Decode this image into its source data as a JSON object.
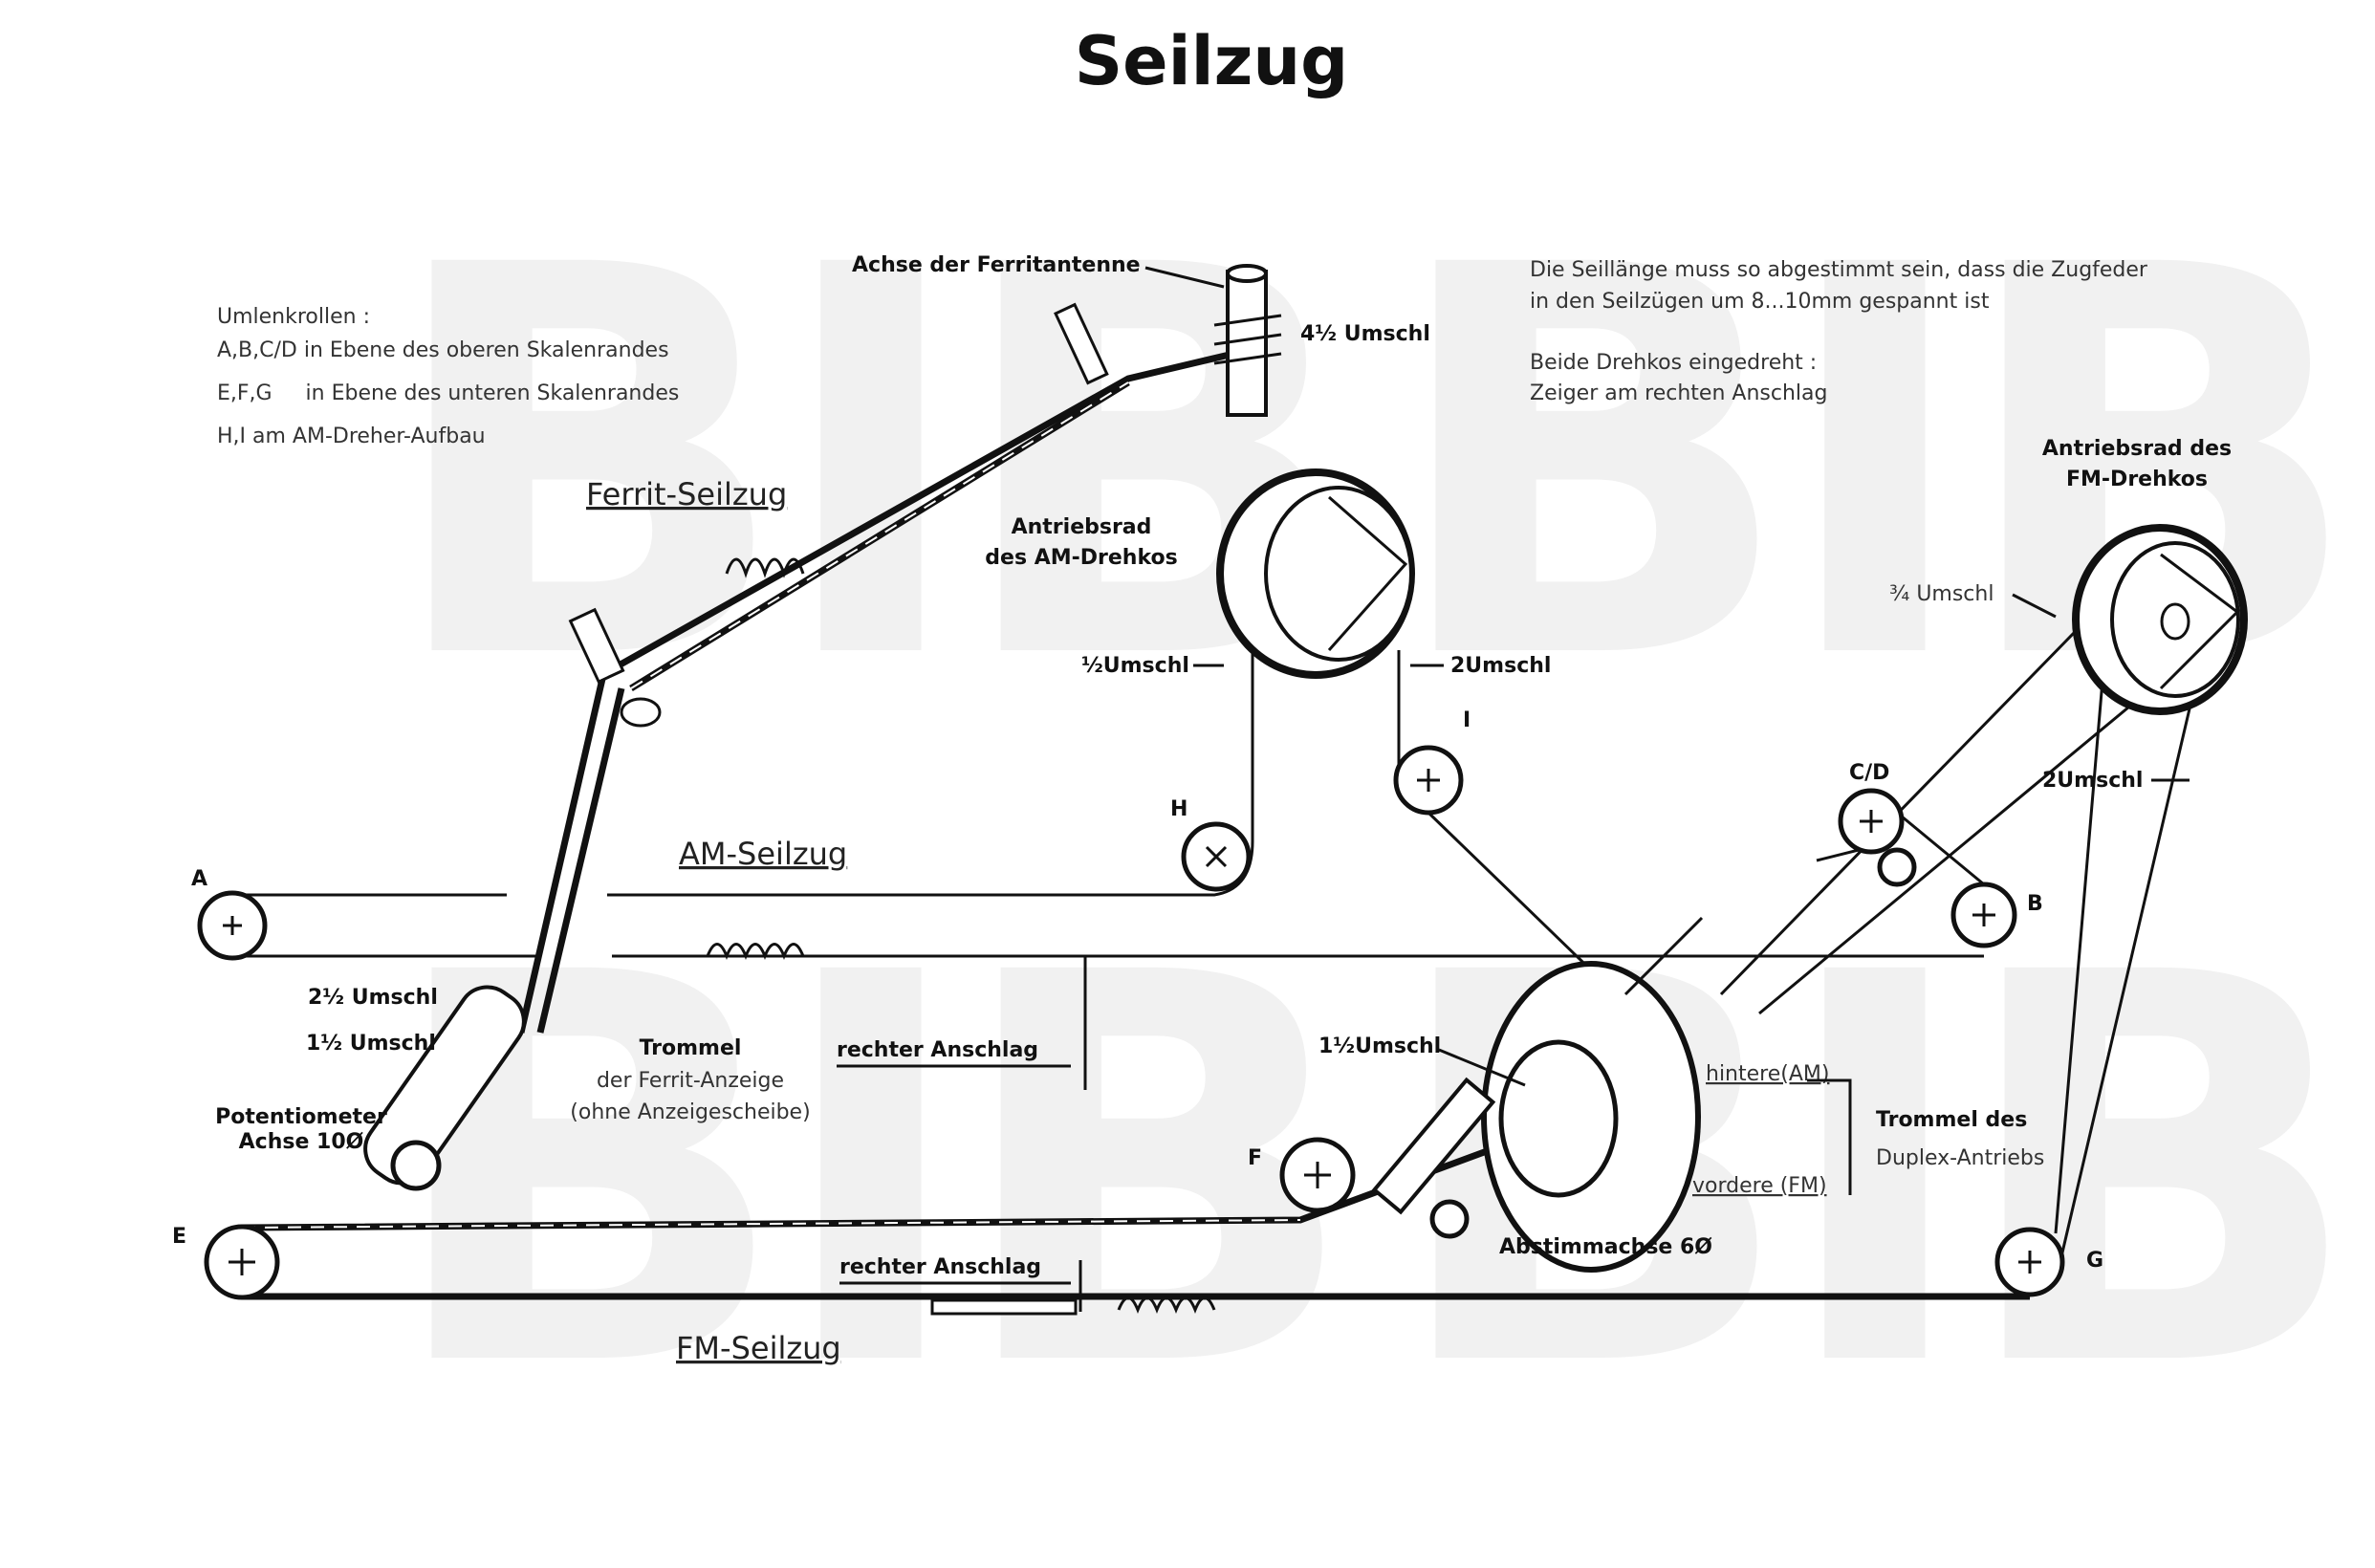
{
  "title": "Seilzug",
  "watermark": "BIB",
  "legend": {
    "heading": "Umlenkrollen :",
    "lines": [
      "A,B,C/D in Ebene des oberen Skalenrandes",
      "E,F,G     in Ebene des unteren Skalenrandes",
      "H,I am AM-Dreher-Aufbau"
    ]
  },
  "notes": {
    "line1": "Die Seillänge muss so abgestimmt sein, dass die Zugfeder",
    "line2": "in den Seilzügen um 8...10mm gespannt ist",
    "line3": "Beide Drehkos eingedreht :",
    "line4": "Zeiger am rechten Anschlag"
  },
  "sections": {
    "ferrit": "Ferrit-Seilzug",
    "am": "AM-Seilzug",
    "fm": "FM-Seilzug"
  },
  "labels": {
    "ferrite_axis": "Achse der Ferritantenne",
    "ferrite_turns": "4½ Umschl",
    "am_drive_1": "Antriebsrad",
    "am_drive_2": "des AM-Drehkos",
    "fm_drive_1": "Antriebsrad des",
    "fm_drive_2": "FM-Drehkos",
    "fm_turns_34": "¾ Umschl",
    "am_half_turn": "½Umschl",
    "am_two_turns": "2Umschl",
    "fm_two_turns": "2Umschl",
    "turns_2_5": "2½ Umschl",
    "turns_1_5": "1½ Umschl",
    "drum_ferrit_1": "Trommel",
    "drum_ferrit_2": "der Ferrit-Anzeige",
    "drum_ferrit_3": "(ohne Anzeigescheibe)",
    "stop_am": "rechter Anschlag",
    "stop_fm": "rechter Anschlag",
    "duplex_turns": "1½Umschl",
    "poti_1": "Potentiometer",
    "poti_2": "Achse 10Ø",
    "rear_am": "hintere(AM)",
    "front_fm": "vordere (FM)",
    "duplex_1": "Trommel des",
    "duplex_2": "Duplex-Antriebs",
    "tuning_axis": "Abstimmachse 6Ø"
  },
  "pulleys": {
    "A": "A",
    "B": "B",
    "CD": "C/D",
    "E": "E",
    "F": "F",
    "G": "G",
    "H": "H",
    "I": "I"
  }
}
